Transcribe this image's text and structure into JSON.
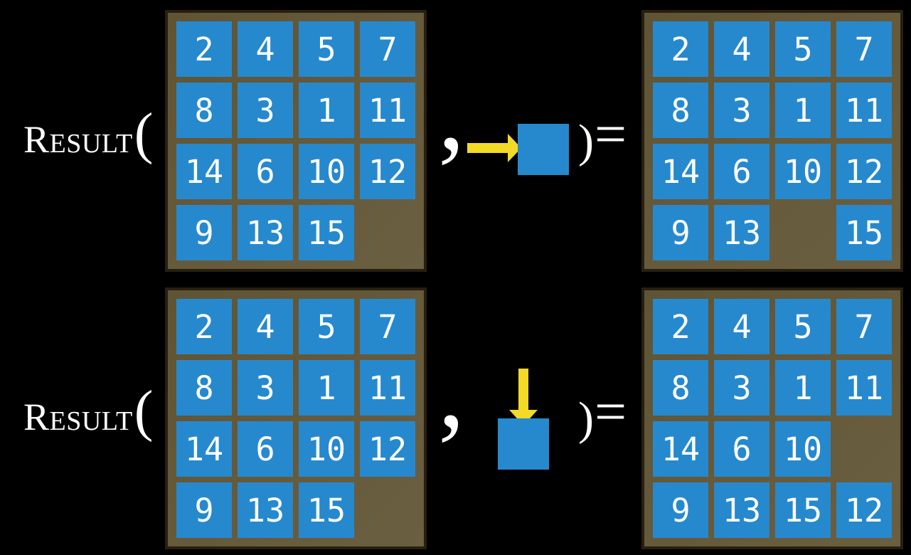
{
  "colors": {
    "background": "#000000",
    "tile_blue": "#2689CE",
    "board_brown_light": "#6B5F41",
    "board_brown_dark": "#5F5434",
    "board_border": "#271F11",
    "arrow_yellow": "#F2DA26",
    "text_white": "#FFFFFF"
  },
  "rows": [
    {
      "function_name": "Result",
      "open_paren": "(",
      "comma": ",",
      "close_paren": ")",
      "equals": "=",
      "action": {
        "icon": "arrow-right-icon",
        "direction": "right"
      },
      "input_board": [
        [
          2,
          4,
          5,
          7
        ],
        [
          8,
          3,
          1,
          11
        ],
        [
          14,
          6,
          10,
          12
        ],
        [
          9,
          13,
          15,
          null
        ]
      ],
      "result_board": [
        [
          2,
          4,
          5,
          7
        ],
        [
          8,
          3,
          1,
          11
        ],
        [
          14,
          6,
          10,
          12
        ],
        [
          9,
          13,
          null,
          15
        ]
      ]
    },
    {
      "function_name": "Result",
      "open_paren": "(",
      "comma": ",",
      "close_paren": ")",
      "equals": "=",
      "action": {
        "icon": "arrow-down-icon",
        "direction": "down"
      },
      "input_board": [
        [
          2,
          4,
          5,
          7
        ],
        [
          8,
          3,
          1,
          11
        ],
        [
          14,
          6,
          10,
          12
        ],
        [
          9,
          13,
          15,
          null
        ]
      ],
      "result_board": [
        [
          2,
          4,
          5,
          7
        ],
        [
          8,
          3,
          1,
          11
        ],
        [
          14,
          6,
          10,
          null
        ],
        [
          9,
          13,
          15,
          12
        ]
      ]
    }
  ]
}
